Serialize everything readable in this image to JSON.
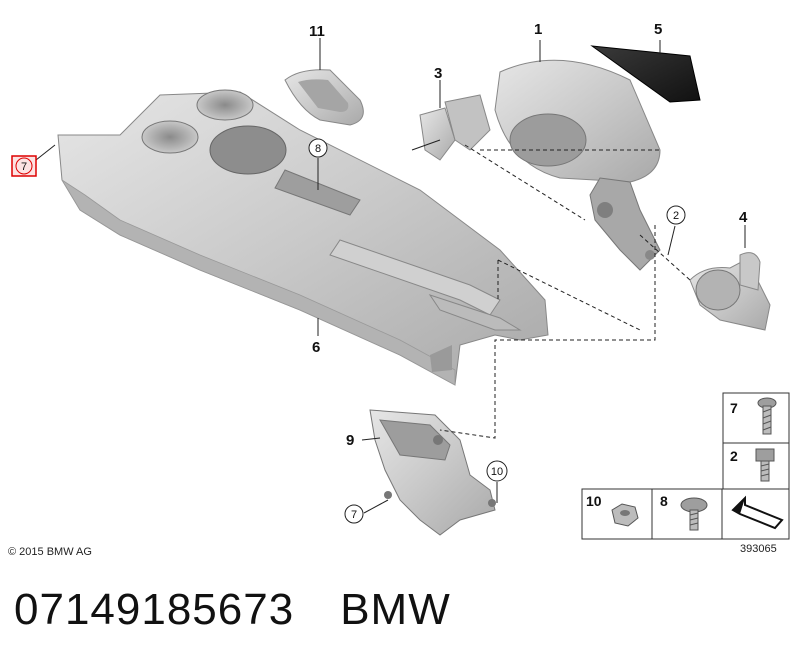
{
  "diagram": {
    "copyright": "© 2015 BMW AG",
    "image_number": "393065",
    "callouts": {
      "p1": "1",
      "p3": "3",
      "p4": "4",
      "p5": "5",
      "p6": "6",
      "p9": "9",
      "p11": "11",
      "c2": "2",
      "c7_top": "7",
      "c7_bottom": "7",
      "c8": "8",
      "c10": "10"
    },
    "legend": {
      "screw7": "7",
      "bolt2": "2",
      "nut10": "10",
      "screw8": "8"
    }
  },
  "footer": {
    "part_number": "07149185673",
    "brand": "BMW"
  }
}
